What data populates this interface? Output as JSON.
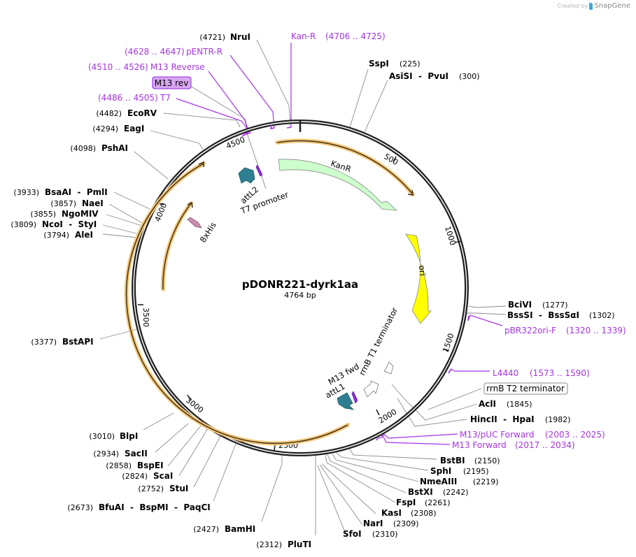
{
  "credit": {
    "prefix": "Created by",
    "brand": "SnapGene"
  },
  "plasmid": {
    "name": "pDONR221-dyrk1aa",
    "length_label": "4764 bp",
    "length": 4764
  },
  "colors": {
    "ring": "#222222",
    "primer": "#a633e6",
    "orf_glow": "#f7c97b",
    "orf_line": "#4a3a1e",
    "kanr": "#ccffcc",
    "ori": "#ffff00",
    "att": "#2e7f91",
    "his": "#cc8fb0",
    "terminator": "#ffffff",
    "label_line": "#888888"
  },
  "ticks": [
    {
      "pos": 0,
      "label": ""
    },
    {
      "pos": 500,
      "label": "500"
    },
    {
      "pos": 1000,
      "label": "1000"
    },
    {
      "pos": 1500,
      "label": "1500"
    },
    {
      "pos": 2000,
      "label": "2000"
    },
    {
      "pos": 2500,
      "label": "2500"
    },
    {
      "pos": 3000,
      "label": "3000"
    },
    {
      "pos": 3500,
      "label": "3500"
    },
    {
      "pos": 4000,
      "label": "4000"
    },
    {
      "pos": 4500,
      "label": "4500"
    }
  ],
  "features": [
    {
      "name": "KanR",
      "start": 110,
      "end": 900,
      "type": "kanr"
    },
    {
      "name": "ori",
      "start": 1050,
      "end": 1640,
      "type": "ori"
    },
    {
      "name": "rrnB T1 terminator",
      "type": "terminator"
    },
    {
      "name": "rrnB T2 terminator",
      "type": "terminator"
    },
    {
      "name": "attL1",
      "type": "att"
    },
    {
      "name": "M13 fwd",
      "type": "primer_bind"
    },
    {
      "name": "attL2",
      "type": "att"
    },
    {
      "name": "T7 promoter",
      "type": "promoter"
    },
    {
      "name": "M13 rev",
      "type": "primer_bind"
    },
    {
      "name": "8xHis",
      "type": "tag"
    }
  ],
  "enzymes_left": [
    {
      "name": "NruI",
      "pos": "(4721)"
    },
    {
      "name": "EcoRV",
      "pos": "(4482)"
    },
    {
      "name": "EagI",
      "pos": "(4294)"
    },
    {
      "name": "PshAI",
      "pos": "(4098)"
    },
    {
      "name": "BsaAI  -  PmlI",
      "pos": "(3933)"
    },
    {
      "name": "NaeI",
      "pos": "(3857)"
    },
    {
      "name": "NgoMIV",
      "pos": "(3855)"
    },
    {
      "name": "NcoI  -  StyI",
      "pos": "(3809)"
    },
    {
      "name": "AleI",
      "pos": "(3794)"
    },
    {
      "name": "BstAPI",
      "pos": "(3377)"
    },
    {
      "name": "BlpI",
      "pos": "(3010)"
    },
    {
      "name": "SacII",
      "pos": "(2934)"
    },
    {
      "name": "BspEI",
      "pos": "(2858)"
    },
    {
      "name": "ScaI",
      "pos": "(2824)"
    },
    {
      "name": "StuI",
      "pos": "(2752)"
    },
    {
      "name": "BfuAI  -  BspMI  -  PaqCI",
      "pos": "(2673)"
    },
    {
      "name": "BamHI",
      "pos": "(2427)"
    },
    {
      "name": "PluTI",
      "pos": "(2312)"
    }
  ],
  "enzymes_right": [
    {
      "name": "SspI",
      "pos": "(225)"
    },
    {
      "name": "AsiSI  -  PvuI",
      "pos": "(300)"
    },
    {
      "name": "BciVI",
      "pos": "(1277)"
    },
    {
      "name": "BssSI  -  BssSαI",
      "pos": "(1302)"
    },
    {
      "name": "AclI",
      "pos": "(1845)"
    },
    {
      "name": "HincII  -  HpaI",
      "pos": "(1982)"
    },
    {
      "name": "BstBI",
      "pos": "(2150)"
    },
    {
      "name": "SphI",
      "pos": "(2195)"
    },
    {
      "name": "NmeAIII",
      "pos": "(2219)"
    },
    {
      "name": "BstXI",
      "pos": "(2242)"
    },
    {
      "name": "FspI",
      "pos": "(2261)"
    },
    {
      "name": "KasI",
      "pos": "(2308)"
    },
    {
      "name": "NarI",
      "pos": "(2309)"
    },
    {
      "name": "SfoI",
      "pos": "(2310)"
    }
  ],
  "primers": [
    {
      "name": "Kan-R",
      "range": "(4706 .. 4725)"
    },
    {
      "name": "pENTR-R",
      "range": "(4628 .. 4647)"
    },
    {
      "name": "M13 Reverse",
      "range": "(4510 .. 4526)"
    },
    {
      "name": "T7",
      "range": "(4486 .. 4505)"
    },
    {
      "name": "pBR322ori-F",
      "range": "(1320 .. 1339)"
    },
    {
      "name": "L4440",
      "range": "(1573 .. 1590)"
    },
    {
      "name": "M13/pUC Forward",
      "range": "(2003 .. 2025)"
    },
    {
      "name": "M13 Forward",
      "range": "(2017 .. 2034)"
    }
  ],
  "boxed_labels": [
    {
      "name": "M13 rev"
    },
    {
      "name": "rrnB T2 terminator"
    }
  ]
}
